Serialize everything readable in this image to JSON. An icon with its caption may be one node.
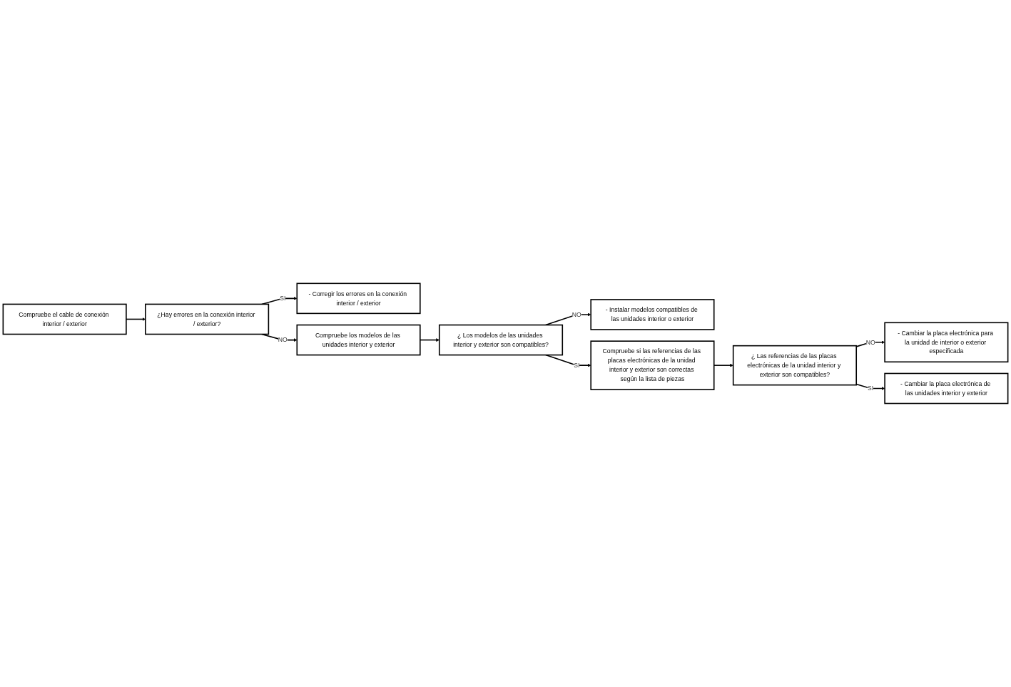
{
  "diagram": {
    "nodes": [
      {
        "text": [
          "Compruebe el cable de conexión interior / exterior"
        ]
      },
      {
        "text": [
          "¿Hay errores en la conexión interior / exterior?"
        ]
      },
      {
        "text": [
          "- Corregir los errores en la conexión interior / exterior"
        ]
      },
      {
        "text": [
          "Compruebe los modelos de las unidades interior y exterior"
        ]
      },
      {
        "text": [
          "¿ Los modelos de las unidades interior y exterior son compatibles?"
        ]
      },
      {
        "text": [
          "- Instalar modelos compatibles de las unidades interior o exterior"
        ]
      },
      {
        "text": [
          "Compruebe si las referencias de las placas electrónicas de la unidad interior y exterior son correctas según la lista de piezas"
        ]
      },
      {
        "text": [
          "¿ Las referencias de las placas electrónicas de la unidad interior y exterior son compatibles?"
        ]
      },
      {
        "text": [
          "- Cambiar la placa electrónica para la unidad de interior o exterior especificada"
        ]
      },
      {
        "text": [
          "- Cambiar la placa electrónica de las unidades interior y exterior"
        ]
      }
    ],
    "edges": [
      {
        "from": 0,
        "to": 1,
        "arrow": "to"
      },
      {
        "from": 1,
        "to": 2,
        "arrow": "to",
        "label": "SI"
      },
      {
        "from": 1,
        "to": 3,
        "arrow": "to",
        "label": "NO"
      },
      {
        "from": 3,
        "to": 4,
        "arrow": "to"
      },
      {
        "from": 4,
        "to": 5,
        "arrow": "to",
        "label": "NO"
      },
      {
        "from": 4,
        "to": 6,
        "arrow": "to",
        "label": "SI"
      },
      {
        "from": 6,
        "to": 7,
        "arrow": "to"
      },
      {
        "from": 7,
        "to": 8,
        "arrow": "to",
        "label": "NO"
      },
      {
        "from": 7,
        "to": 9,
        "arrow": "to",
        "label": "SI"
      }
    ]
  }
}
